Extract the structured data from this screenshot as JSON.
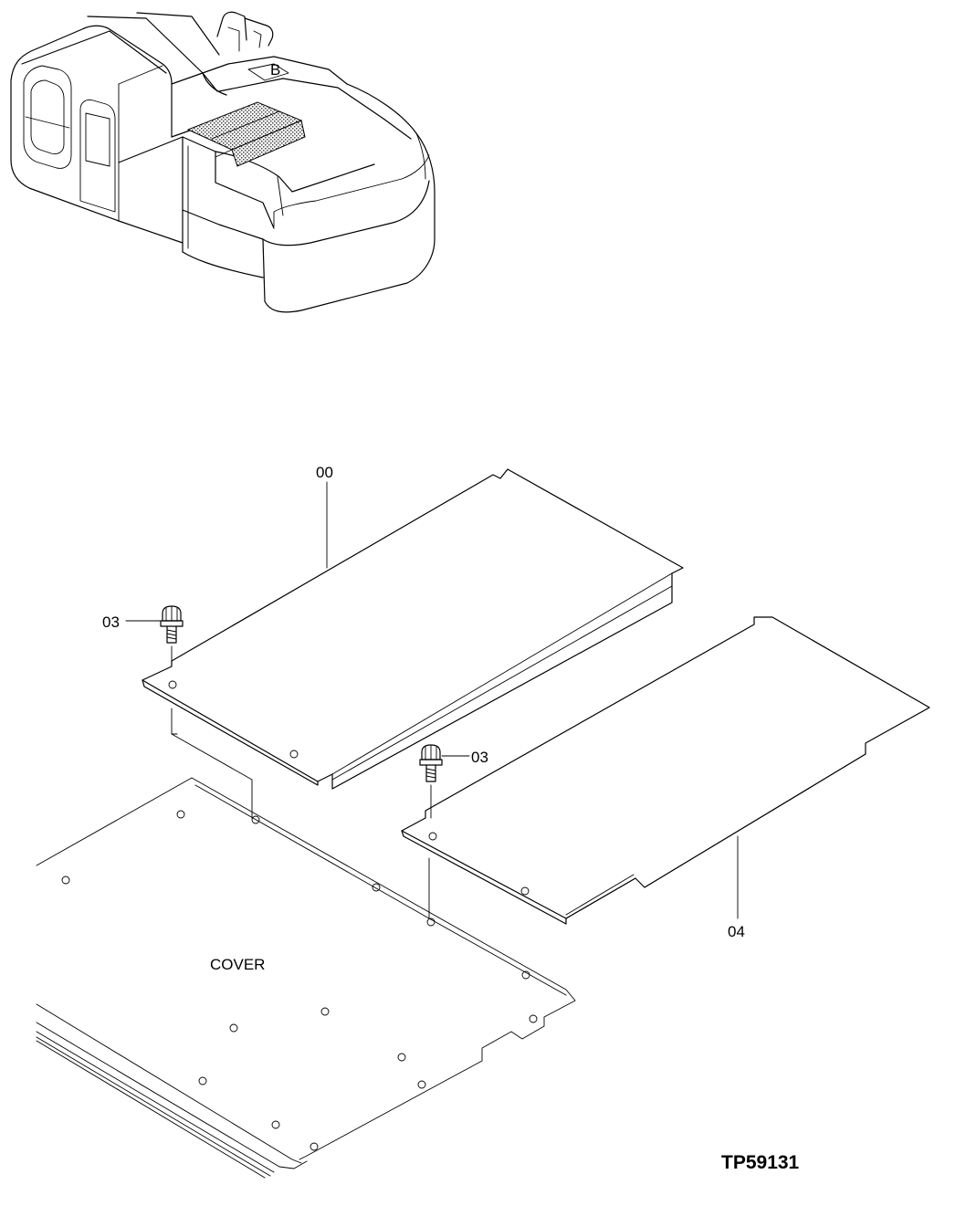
{
  "callouts": {
    "main_plate": "00",
    "bolt_left": "03",
    "bolt_right": "03",
    "second_plate": "04"
  },
  "cover_label": "COVER",
  "drawing_code": "TP59131",
  "machine_tag": "B",
  "colors": {
    "line": "#000000",
    "background": "#ffffff",
    "hatch": "#555555"
  }
}
